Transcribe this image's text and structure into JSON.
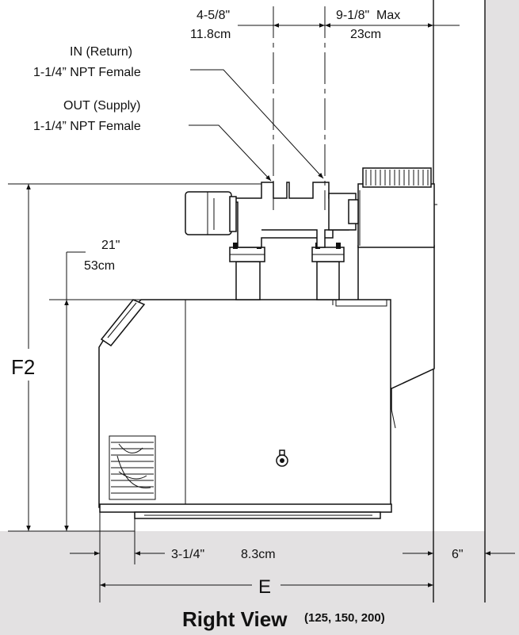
{
  "dimensions": {
    "top_left_imperial": "4-5/8\"",
    "top_left_metric": "11.8cm",
    "top_right_imperial": "9-1/8\"  Max",
    "top_right_metric": "23cm",
    "height_imperial": "21\"",
    "height_metric": "53cm",
    "total_height_label": "F2",
    "bottom_offset_imperial": "3-1/4\"",
    "bottom_offset_metric": "8.3cm",
    "right_clearance": "6\"",
    "overall_width_label": "E"
  },
  "callouts": {
    "in_label_line1": "IN (Return)",
    "in_label_line2": "1-1/4” NPT Female",
    "out_label_line1": "OUT (Supply)",
    "out_label_line2": "1-1/4” NPT Female"
  },
  "caption": {
    "title": "Right View",
    "models": "(125, 150, 200)"
  },
  "colors": {
    "floor": "#e3e1e2",
    "line": "#111111"
  }
}
